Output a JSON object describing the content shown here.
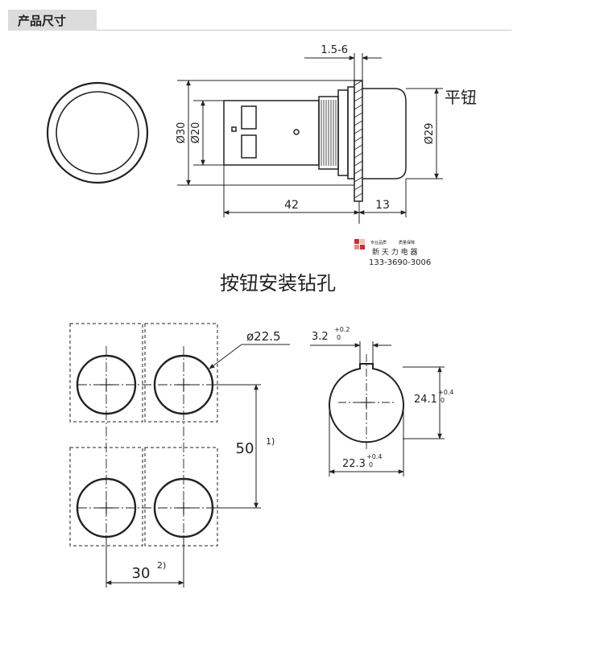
{
  "header": {
    "title": "产品尺寸"
  },
  "side_view": {
    "dim_gap": "1.5-6",
    "dim_body_dia": "Ø30",
    "dim_rear_dia": "Ø20",
    "dim_button_dia": "Ø29",
    "dim_length": "42",
    "dim_front": "13",
    "button_type": "平钮"
  },
  "brand": {
    "tagline_left": "专业品质",
    "tagline_right": "质量保障",
    "name": "新 天 力 电 器",
    "phone": "133-3690-3006"
  },
  "section_title": "按钮安装钻孔",
  "layout_view": {
    "hole_dia": "ø22.5",
    "vertical_pitch": "50",
    "vertical_note": "1)",
    "horizontal_pitch": "30",
    "horizontal_note": "2)"
  },
  "hole_view": {
    "slot_width": "3.2",
    "slot_tol_upper": "+0.2",
    "slot_tol_lower": "0",
    "flat_height": "24.1",
    "flat_tol_upper": "+0.4",
    "flat_tol_lower": "0",
    "hole_dia": "22.3",
    "hole_tol_upper": "+0.4",
    "hole_tol_lower": "0"
  },
  "colors": {
    "line": "#222222",
    "header_bg": "#dcdcdc",
    "logo_red": "#d42a2a"
  }
}
